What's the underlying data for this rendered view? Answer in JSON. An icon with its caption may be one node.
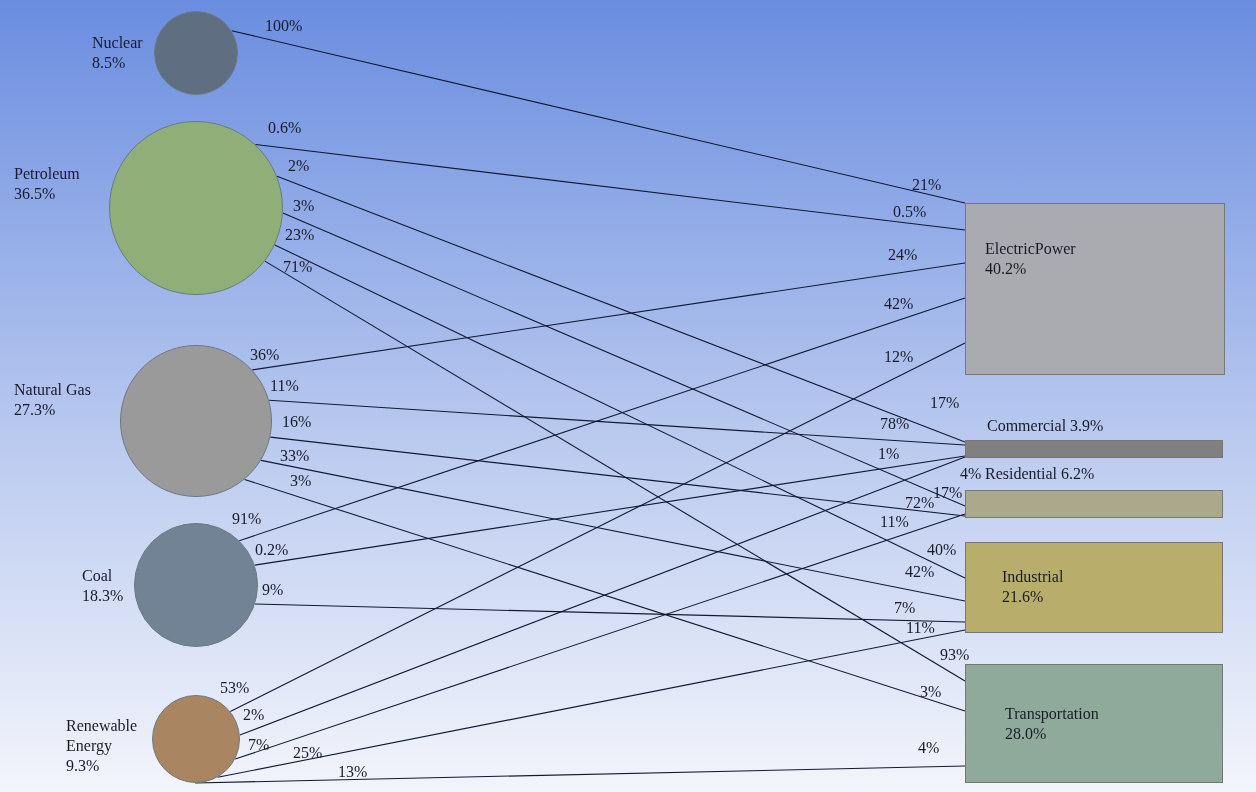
{
  "diagram": {
    "nodes": [
      {
        "text": [
          "Nuclear",
          "8.5%"
        ]
      },
      {
        "text": [
          "Petroleum",
          "36.5%"
        ]
      },
      {
        "text": [
          "Natural Gas",
          "27.3%"
        ]
      },
      {
        "text": [
          "Coal",
          "18.3%"
        ]
      },
      {
        "text": [
          "Renewable Energy",
          "9.3%"
        ]
      },
      {
        "text": [
          "ElectricPower",
          "40.2%"
        ]
      },
      {
        "text": [
          "Commercial 3.9%"
        ]
      },
      {
        "text": [
          "Residential 6.2%"
        ]
      },
      {
        "text": [
          "Industrial",
          "21.6%"
        ]
      },
      {
        "text": [
          "Transportation",
          "28.0%"
        ]
      }
    ],
    "edges": [
      {
        "from": 0,
        "to": 5,
        "arrow": "none",
        "label": "100%"
      },
      {
        "from": 1,
        "to": 5,
        "arrow": "none",
        "label": "0.6%"
      },
      {
        "from": 1,
        "to": 6,
        "arrow": "none",
        "label": "2%"
      },
      {
        "from": 1,
        "to": 7,
        "arrow": "none",
        "label": "3%"
      },
      {
        "from": 1,
        "to": 8,
        "arrow": "none",
        "label": "23%"
      },
      {
        "from": 1,
        "to": 9,
        "arrow": "none",
        "label": "71%"
      },
      {
        "from": 2,
        "to": 5,
        "arrow": "none",
        "label": "36%"
      },
      {
        "from": 2,
        "to": 6,
        "arrow": "none",
        "label": "11%"
      },
      {
        "from": 2,
        "to": 7,
        "arrow": "none",
        "label": "16%"
      },
      {
        "from": 2,
        "to": 8,
        "arrow": "none",
        "label": "33%"
      },
      {
        "from": 2,
        "to": 9,
        "arrow": "none",
        "label": "3%"
      },
      {
        "from": 3,
        "to": 5,
        "arrow": "none",
        "label": "91%"
      },
      {
        "from": 3,
        "to": 6,
        "arrow": "none",
        "label": "0.2%"
      },
      {
        "from": 3,
        "to": 8,
        "arrow": "none",
        "label": "9%"
      },
      {
        "from": 4,
        "to": 5,
        "arrow": "none",
        "label": "53%"
      },
      {
        "from": 4,
        "to": 6,
        "arrow": "none",
        "label": "2%"
      },
      {
        "from": 4,
        "to": 7,
        "arrow": "none",
        "label": "7%"
      },
      {
        "from": 4,
        "to": 8,
        "arrow": "none",
        "label": "25%"
      },
      {
        "from": 4,
        "to": 9,
        "arrow": "none",
        "label": "13%"
      }
    ],
    "labels": [
      "21%",
      "0.5%",
      "17%",
      "17%",
      "40%",
      "93%",
      "24%",
      "78%",
      "72%",
      "42%",
      "3%",
      "42%",
      "1%",
      "7%",
      "12%",
      "4%",
      "11%",
      "11%",
      "4%"
    ]
  }
}
